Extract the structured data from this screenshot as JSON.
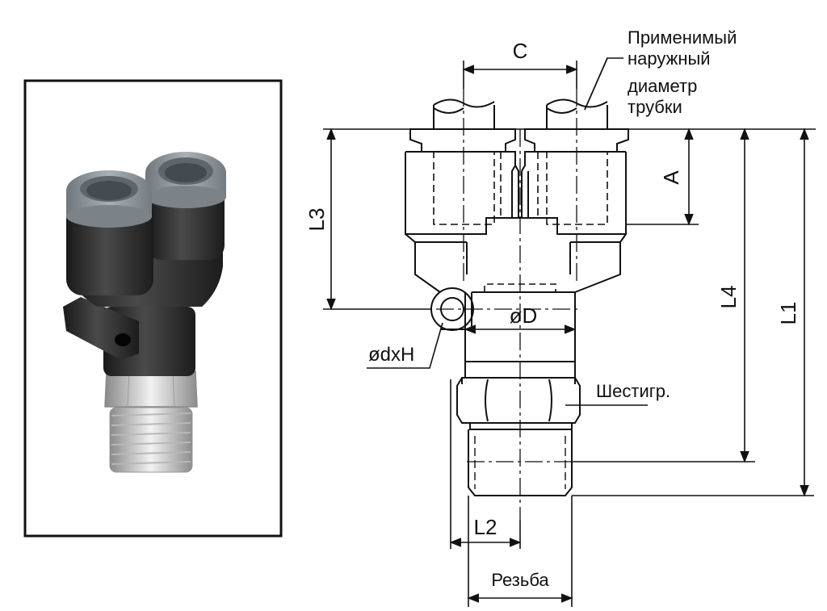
{
  "diagram": {
    "labels": {
      "C": "C",
      "tube_line1": "Применимый",
      "tube_line2": "наружный",
      "tube_line3": "диаметр",
      "tube_line4": "трубки",
      "A": "A",
      "L3": "L3",
      "L4": "L4",
      "L1": "L1",
      "D": "øD",
      "dxH": "ødxH",
      "hex": "Шестигр.",
      "L2": "L2",
      "thread": "Резьба"
    },
    "colors": {
      "line": "#111111",
      "body_dark": "#2b2b2b",
      "cap_gray": "#8e969c",
      "frame": "#111111"
    }
  }
}
